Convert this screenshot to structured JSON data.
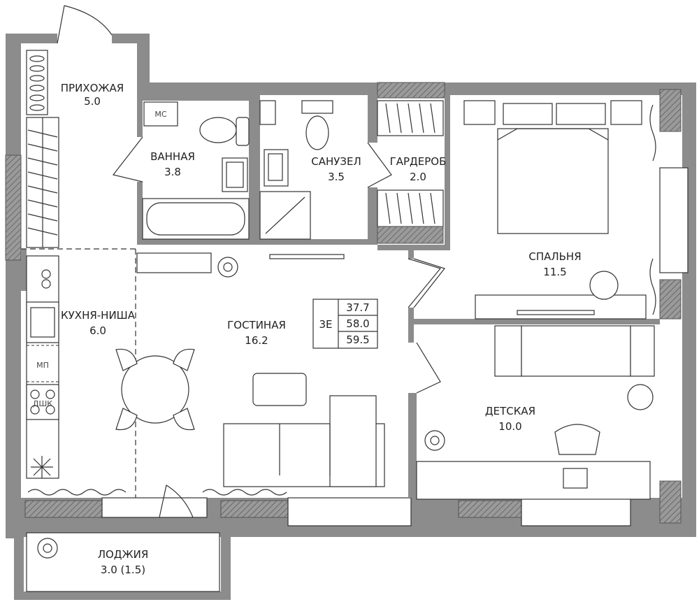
{
  "rooms": {
    "hallway": {
      "name": "ПРИХОЖАЯ",
      "area": "5.0"
    },
    "bathroom": {
      "name": "ВАННАЯ",
      "area": "3.8"
    },
    "toilet": {
      "name": "САНУЗЕЛ",
      "area": "3.5"
    },
    "wardrobe": {
      "name": "ГАРДЕРОБ",
      "area": "2.0"
    },
    "bedroom": {
      "name": "СПАЛЬНЯ",
      "area": "11.5"
    },
    "kitchen": {
      "name": "КУХНЯ-НИША",
      "area": "6.0"
    },
    "living": {
      "name": "ГОСТИНАЯ",
      "area": "16.2"
    },
    "kids": {
      "name": "ДЕТСКАЯ",
      "area": "10.0"
    },
    "loggia": {
      "name": "ЛОДЖИЯ",
      "area": "3.0 (1.5)"
    }
  },
  "summary": {
    "type": "3Е",
    "area_living": "37.7",
    "area_total": "58.0",
    "area_with_loggia": "59.5"
  },
  "appliances": {
    "washer": "МС",
    "microwave": "МП",
    "oven": "ДШК"
  },
  "colors": {
    "wall": "#8c8c8c",
    "hatch": "#555555",
    "line": "#333333"
  }
}
